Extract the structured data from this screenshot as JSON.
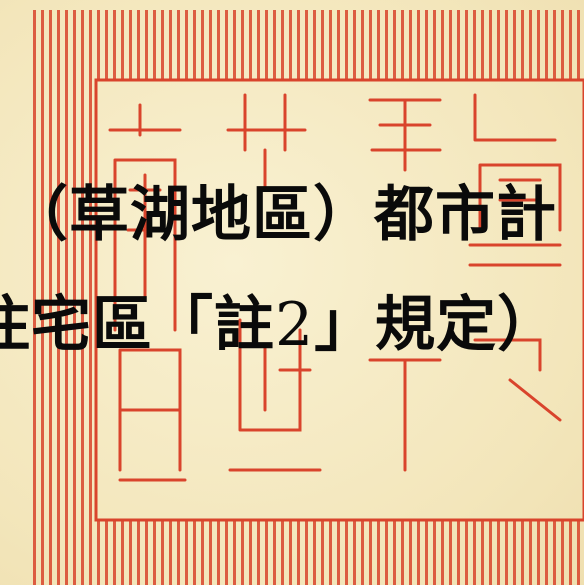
{
  "document": {
    "line1": "（草湖地區）都市計",
    "line2_before": "住宅區「註",
    "line2_number": "2",
    "line2_after": "」規定）"
  },
  "seal": {
    "color": "#d9442c",
    "inner_text": "壽爿臺民(seal glyphs)"
  },
  "colors": {
    "paper": "#f6ecc6",
    "ink": "#0a0a0a",
    "seal": "#d9442c"
  }
}
